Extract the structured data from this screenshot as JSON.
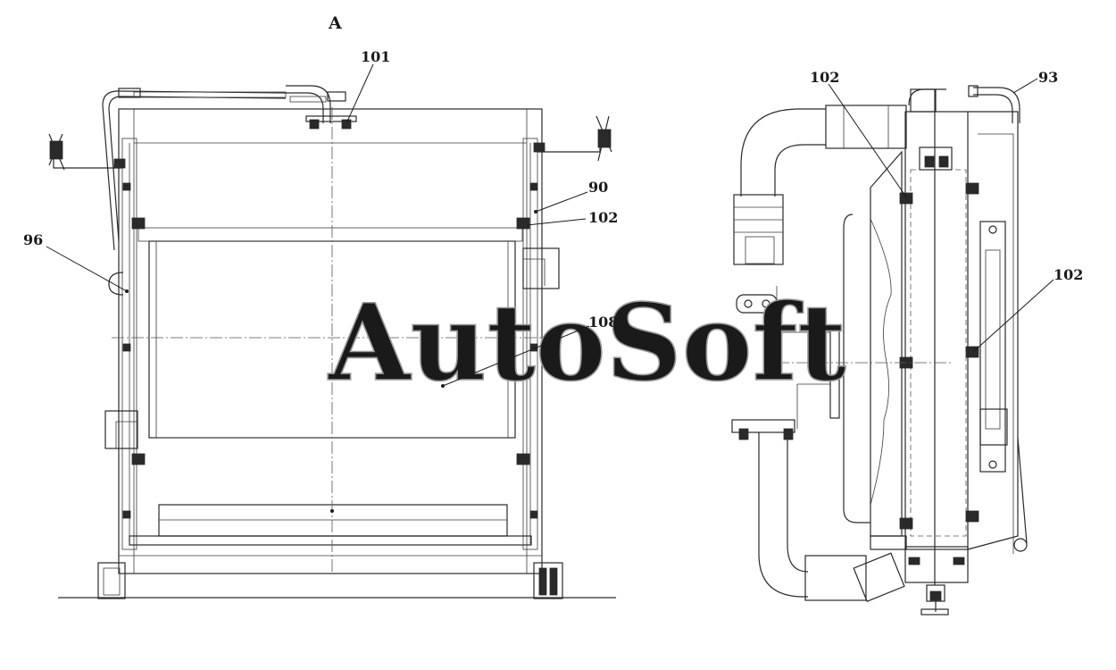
{
  "view_label": "A",
  "callouts": [
    {
      "id": "c101",
      "text": "101"
    },
    {
      "id": "c90",
      "text": "90"
    },
    {
      "id": "c102a",
      "text": "102"
    },
    {
      "id": "c96",
      "text": "96"
    },
    {
      "id": "c108",
      "text": "108"
    },
    {
      "id": "c102b",
      "text": "102"
    },
    {
      "id": "c93",
      "text": "93"
    },
    {
      "id": "c102c",
      "text": "102"
    }
  ],
  "watermark": "AutoSoft"
}
